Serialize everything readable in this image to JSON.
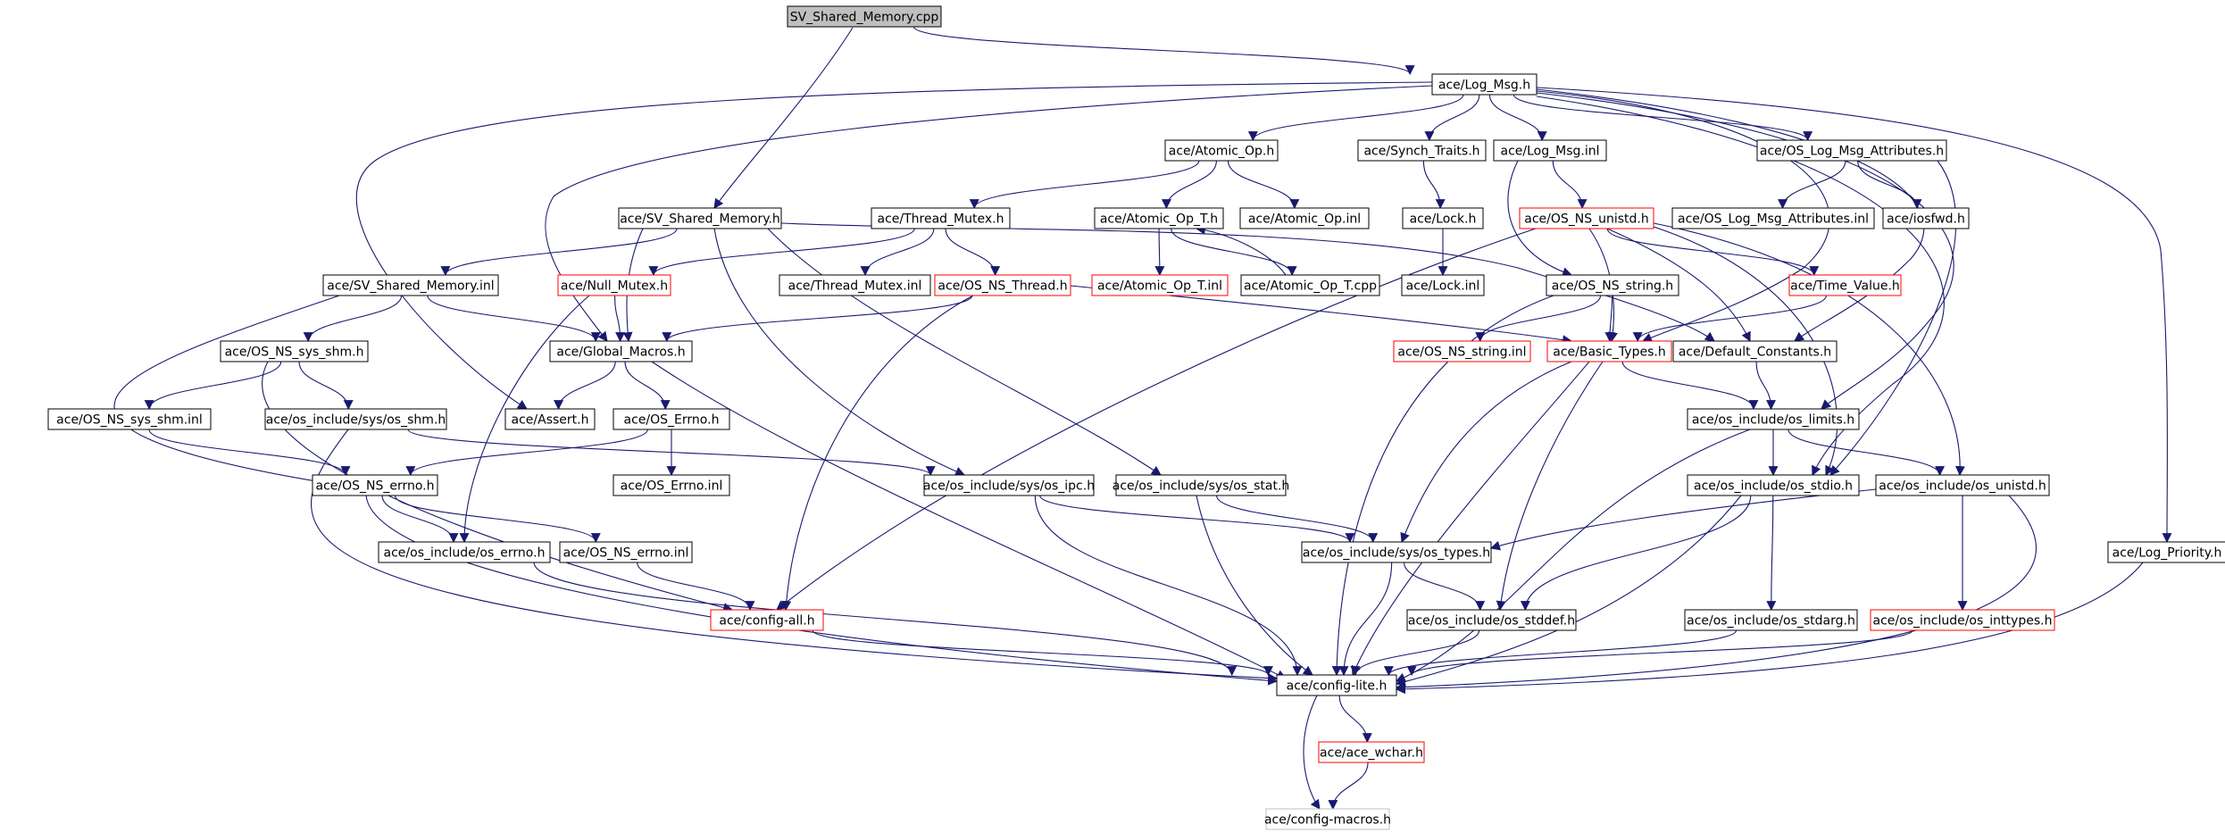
{
  "graph": {
    "colors": {
      "edge": "#191970",
      "node_border": "#000000",
      "node_border_truncated": "#ff0000",
      "node_border_hidden": "#bfbfbf",
      "node_fill_root": "#bfbfbf",
      "node_fill": "#ffffff"
    },
    "nodes": [
      {
        "id": "sv_cpp",
        "label": "SV_Shared_Memory.cpp",
        "style": "root"
      },
      {
        "id": "log_msg_h",
        "label": "ace/Log_Msg.h",
        "style": "normal"
      },
      {
        "id": "atomic_op_h",
        "label": "ace/Atomic_Op.h",
        "style": "normal"
      },
      {
        "id": "synch_traits_h",
        "label": "ace/Synch_Traits.h",
        "style": "normal"
      },
      {
        "id": "log_msg_inl",
        "label": "ace/Log_Msg.inl",
        "style": "normal"
      },
      {
        "id": "os_log_attr_h",
        "label": "ace/OS_Log_Msg_Attributes.h",
        "style": "normal"
      },
      {
        "id": "sv_h",
        "label": "ace/SV_Shared_Memory.h",
        "style": "normal"
      },
      {
        "id": "thread_mutex_h",
        "label": "ace/Thread_Mutex.h",
        "style": "normal"
      },
      {
        "id": "atomic_op_t_h",
        "label": "ace/Atomic_Op_T.h",
        "style": "normal"
      },
      {
        "id": "atomic_op_inl",
        "label": "ace/Atomic_Op.inl",
        "style": "normal"
      },
      {
        "id": "lock_h",
        "label": "ace/Lock.h",
        "style": "normal"
      },
      {
        "id": "os_ns_unistd_h",
        "label": "ace/OS_NS_unistd.h",
        "style": "truncated"
      },
      {
        "id": "os_log_attr_inl",
        "label": "ace/OS_Log_Msg_Attributes.inl",
        "style": "normal"
      },
      {
        "id": "iosfwd_h",
        "label": "ace/iosfwd.h",
        "style": "normal"
      },
      {
        "id": "sv_inl",
        "label": "ace/SV_Shared_Memory.inl",
        "style": "normal"
      },
      {
        "id": "null_mutex_h",
        "label": "ace/Null_Mutex.h",
        "style": "truncated"
      },
      {
        "id": "thread_mutex_inl",
        "label": "ace/Thread_Mutex.inl",
        "style": "normal"
      },
      {
        "id": "os_ns_thread_h",
        "label": "ace/OS_NS_Thread.h",
        "style": "truncated"
      },
      {
        "id": "atomic_op_t_inl",
        "label": "ace/Atomic_Op_T.inl",
        "style": "truncated"
      },
      {
        "id": "atomic_op_t_cpp",
        "label": "ace/Atomic_Op_T.cpp",
        "style": "normal"
      },
      {
        "id": "lock_inl",
        "label": "ace/Lock.inl",
        "style": "normal"
      },
      {
        "id": "os_ns_string_h",
        "label": "ace/OS_NS_string.h",
        "style": "normal"
      },
      {
        "id": "time_value_h",
        "label": "ace/Time_Value.h",
        "style": "truncated"
      },
      {
        "id": "os_ns_sys_shm_h",
        "label": "ace/OS_NS_sys_shm.h",
        "style": "normal"
      },
      {
        "id": "global_macros_h",
        "label": "ace/Global_Macros.h",
        "style": "normal"
      },
      {
        "id": "os_ns_string_inl",
        "label": "ace/OS_NS_string.inl",
        "style": "truncated"
      },
      {
        "id": "basic_types_h",
        "label": "ace/Basic_Types.h",
        "style": "truncated"
      },
      {
        "id": "default_constants_h",
        "label": "ace/Default_Constants.h",
        "style": "normal"
      },
      {
        "id": "os_ns_sys_shm_inl",
        "label": "ace/OS_NS_sys_shm.inl",
        "style": "normal"
      },
      {
        "id": "sys_os_shm_h",
        "label": "ace/os_include/sys/os_shm.h",
        "style": "normal"
      },
      {
        "id": "assert_h",
        "label": "ace/Assert.h",
        "style": "normal"
      },
      {
        "id": "os_errno_h",
        "label": "ace/OS_Errno.h",
        "style": "normal"
      },
      {
        "id": "os_limits_h",
        "label": "ace/os_include/os_limits.h",
        "style": "normal"
      },
      {
        "id": "os_ns_errno_h",
        "label": "ace/OS_NS_errno.h",
        "style": "normal"
      },
      {
        "id": "os_errno_inl",
        "label": "ace/OS_Errno.inl",
        "style": "normal"
      },
      {
        "id": "sys_os_ipc_h",
        "label": "ace/os_include/sys/os_ipc.h",
        "style": "normal"
      },
      {
        "id": "sys_os_stat_h",
        "label": "ace/os_include/sys/os_stat.h",
        "style": "normal"
      },
      {
        "id": "os_stdio_h",
        "label": "ace/os_include/os_stdio.h",
        "style": "normal"
      },
      {
        "id": "os_unistd_h",
        "label": "ace/os_include/os_unistd.h",
        "style": "normal"
      },
      {
        "id": "inc_os_errno_h",
        "label": "ace/os_include/os_errno.h",
        "style": "normal"
      },
      {
        "id": "os_ns_errno_inl",
        "label": "ace/OS_NS_errno.inl",
        "style": "normal"
      },
      {
        "id": "sys_os_types_h",
        "label": "ace/os_include/sys/os_types.h",
        "style": "normal"
      },
      {
        "id": "log_priority_h",
        "label": "ace/Log_Priority.h",
        "style": "normal"
      },
      {
        "id": "config_all_h",
        "label": "ace/config-all.h",
        "style": "truncated"
      },
      {
        "id": "os_stddef_h",
        "label": "ace/os_include/os_stddef.h",
        "style": "normal"
      },
      {
        "id": "os_stdarg_h",
        "label": "ace/os_include/os_stdarg.h",
        "style": "normal"
      },
      {
        "id": "os_inttypes_h",
        "label": "ace/os_include/os_inttypes.h",
        "style": "truncated"
      },
      {
        "id": "config_lite_h",
        "label": "ace/config-lite.h",
        "style": "normal"
      },
      {
        "id": "ace_wchar_h",
        "label": "ace/ace_wchar.h",
        "style": "truncated"
      },
      {
        "id": "config_macros_h",
        "label": "ace/config-macros.h",
        "style": "hidden"
      }
    ]
  }
}
